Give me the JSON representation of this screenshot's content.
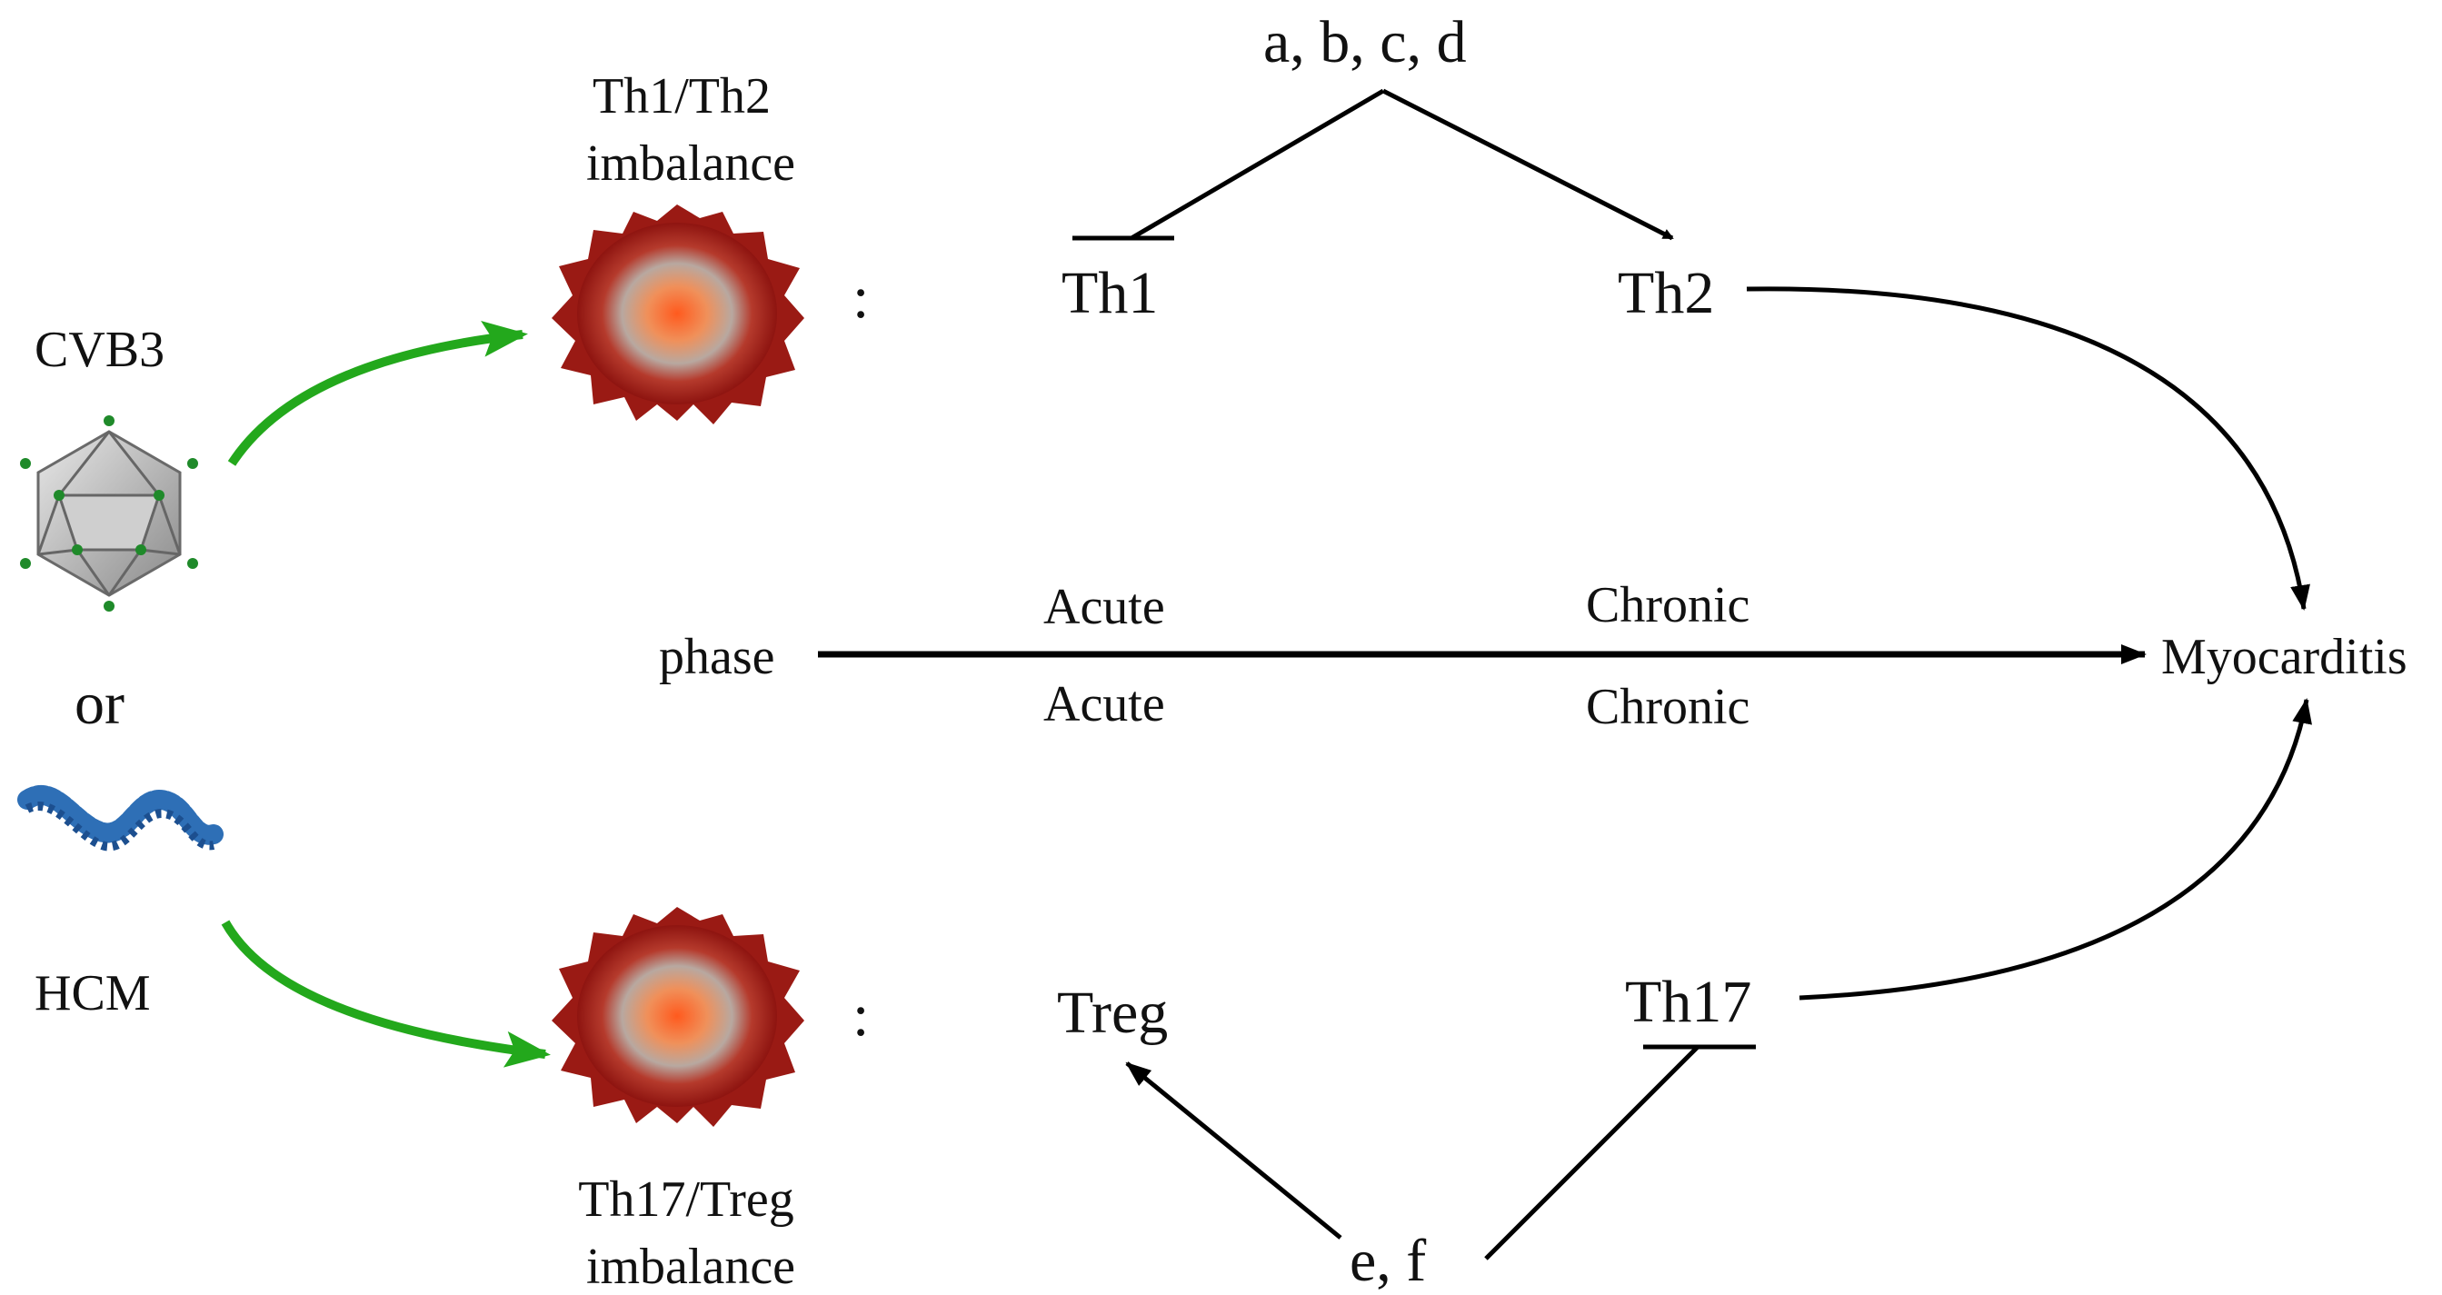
{
  "labels": {
    "cvb3": "CVB3",
    "or": "or",
    "hcm": "HCM",
    "th1th2_line1": "Th1/Th2",
    "th1th2_line2": "imbalance",
    "th17treg_line1": "Th17/Treg",
    "th17treg_line2": "imbalance",
    "colon_top": ":",
    "colon_bottom": ":",
    "regulators_top": "a, b, c, d",
    "th1": "Th1",
    "th2": "Th2",
    "phase": "phase",
    "acute_top": "Acute",
    "chronic_top": "Chronic",
    "acute_bottom": "Acute",
    "chronic_bottom": "Chronic",
    "myocarditis": "Myocarditis",
    "treg": "Treg",
    "th17": "Th17",
    "regulators_bottom": "e, f"
  },
  "colors": {
    "green_arrow": "#23a81c",
    "cell_outer": "#a51d18",
    "cell_inner": "#f26a2a",
    "virus_face": "#b5b5b5",
    "virus_dots": "#1f8a2a",
    "dna": "#2e6fb6",
    "line": "#000000"
  },
  "icons": {
    "virus": "icosahedral-virus-icon",
    "dna": "dna-strand-icon",
    "cell": "activated-cell-icon"
  }
}
